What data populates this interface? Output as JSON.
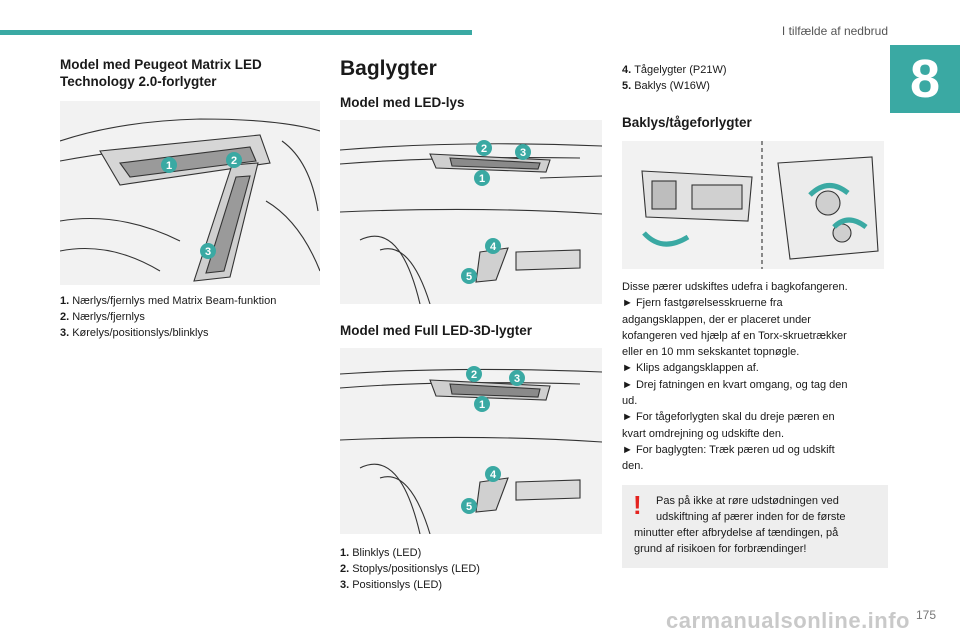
{
  "colors": {
    "accent": "#3aa9a3",
    "warn": "#e4231f",
    "note_bg": "#eeeeee"
  },
  "header": {
    "title": "I tilfælde af nedbrud",
    "chapter": "8"
  },
  "col1": {
    "heading_line1": "Model med Peugeot Matrix LED",
    "heading_line2": "Technology 2.0-forlygter",
    "figure_callouts": [
      "1",
      "2",
      "3"
    ],
    "legend": [
      {
        "num": "1.",
        "text": "Nærlys/fjernlys med Matrix Beam-funktion"
      },
      {
        "num": "2.",
        "text": "Nærlys/fjernlys"
      },
      {
        "num": "3.",
        "text": "Kørelys/positionslys/blinklys"
      }
    ]
  },
  "col2": {
    "title": "Baglygter",
    "sub1": "Model med LED-lys",
    "fig1_callouts": [
      "1",
      "2",
      "3",
      "4",
      "5"
    ],
    "sub2": "Model med Full LED-3D-lygter",
    "fig2_callouts": [
      "1",
      "2",
      "3",
      "4",
      "5"
    ],
    "legend": [
      {
        "num": "1.",
        "text": "Blinklys (LED)"
      },
      {
        "num": "2.",
        "text": "Stoplys/positionslys (LED)"
      },
      {
        "num": "3.",
        "text": "Positionslys (LED)"
      }
    ]
  },
  "col3": {
    "legend": [
      {
        "num": "4.",
        "text": "Tågelygter (P21W)"
      },
      {
        "num": "5.",
        "text": "Baklys (W16W)"
      }
    ],
    "heading": "Baklys/tågeforlygter",
    "lines": [
      "Disse pærer udskiftes udefra i bagkofangeren.",
      "► Fjern fastgørelsesskruerne fra",
      "adgangsklappen, der er placeret under",
      "kofangeren ved hjælp af en Torx-skruetrækker",
      "eller en 10 mm sekskantet topnøgle.",
      "► Klips adgangsklappen af.",
      "► Drej fatningen en kvart omgang, og tag den",
      "ud.",
      "► For tågeforlygten skal du dreje pæren en",
      "kvart omdrejning og udskifte den.",
      "► For baglygten: Træk pæren ud og udskift",
      "den."
    ],
    "warning": {
      "icon": "!",
      "lines": [
        "Pas på ikke at røre udstødningen ved",
        "udskiftning af pærer inden for de første",
        "minutter efter afbrydelse af tændingen, på",
        "grund af risikoen for forbrændinger!"
      ]
    }
  },
  "footer": {
    "page": "175",
    "watermark": "carmanualsonline.info"
  }
}
